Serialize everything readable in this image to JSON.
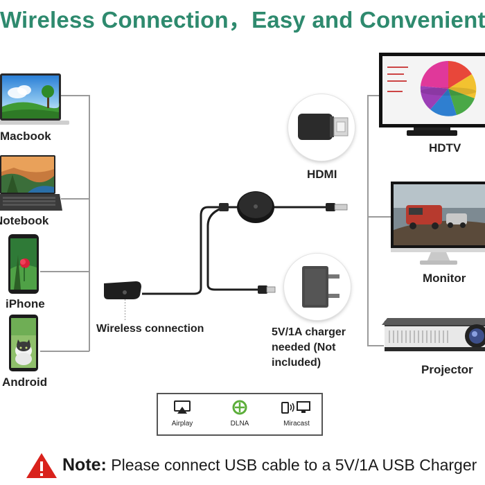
{
  "title": "Wireless Connection，Easy and Convenient",
  "devices_left": {
    "macbook": "Macbook",
    "notebook": "Notebook",
    "iphone": "iPhone",
    "android": "Android"
  },
  "devices_right": {
    "hdtv": "HDTV",
    "monitor": "Monitor",
    "projector": "Projector"
  },
  "center": {
    "hdmi": "HDMI",
    "wireless": "Wireless connection",
    "charger_line1": "5V/1A  charger",
    "charger_line2": "needed (Not",
    "charger_line3": "included)"
  },
  "protocols": [
    "Airplay",
    "DLNA",
    "Miracast"
  ],
  "note": {
    "prefix": "Note:",
    "text": "Please connect USB cable to a 5V/1A USB Charger"
  },
  "colors": {
    "title": "#2e8a6e",
    "warning": "#d9221c",
    "dlna": "#5cae3a"
  }
}
